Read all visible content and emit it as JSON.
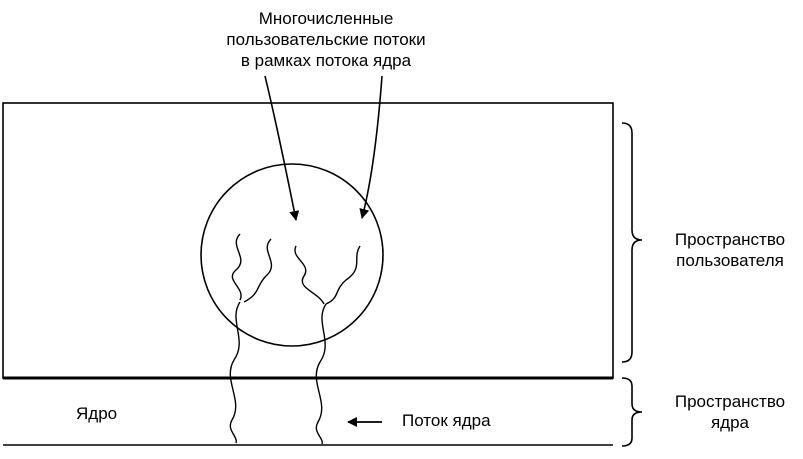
{
  "labels": {
    "callout": [
      "Многочисленные",
      "пользовательские потоки",
      "в рамках потока ядра"
    ],
    "user_space": [
      "Пространство",
      "пользователя"
    ],
    "kernel_space": [
      "Пространство",
      "ядра"
    ],
    "kernel": "Ядро",
    "kernel_thread": "Поток ядра"
  }
}
